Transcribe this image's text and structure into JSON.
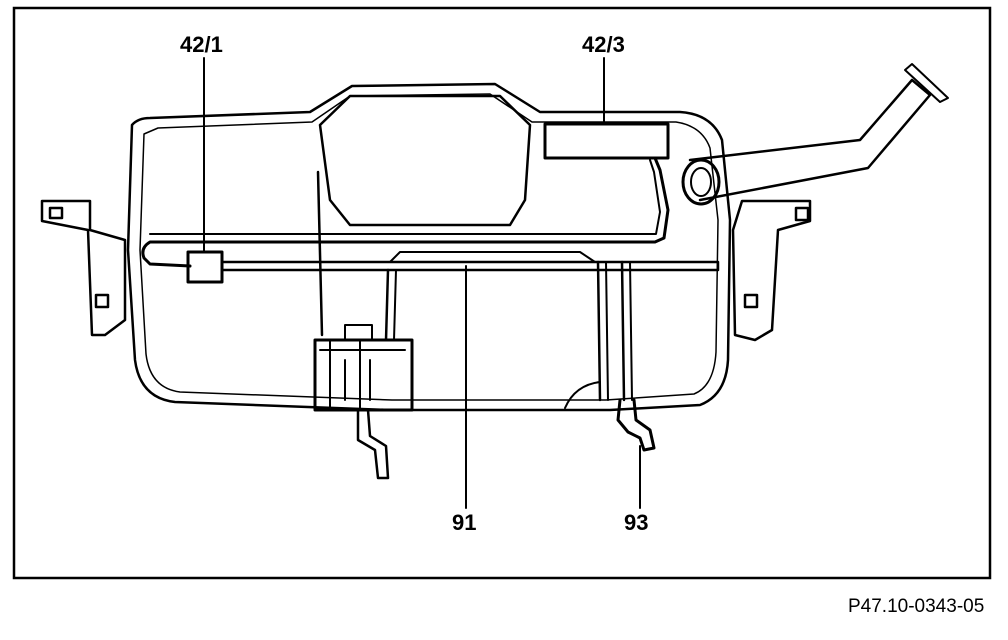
{
  "labels": {
    "a": "42/1",
    "b": "42/3",
    "c": "91",
    "d": "93"
  },
  "reference_code": "P47.10-0343-05",
  "colors": {
    "line": "#000000",
    "background": "#ffffff"
  }
}
